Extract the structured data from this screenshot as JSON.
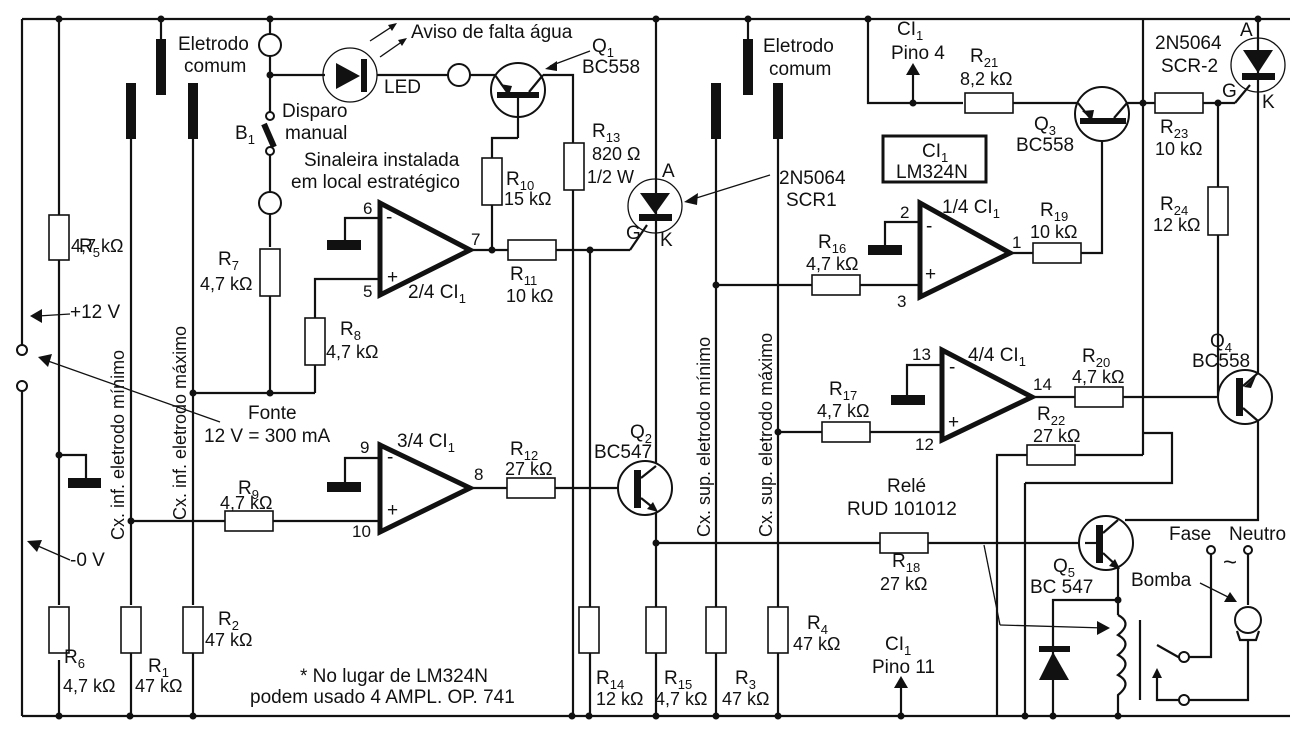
{
  "diagram": {
    "title": "Controle de nível de água com LM324N",
    "type": "electronic-schematic",
    "ink_color": "#111111",
    "paper_color": "#ffffff"
  },
  "power": {
    "plus_label": "+12 V",
    "zero_label": "-0 V",
    "source_title": "Fonte",
    "source_spec": "12 V = 300 mA"
  },
  "electrodes": {
    "common_left_line1": "Eletrodo",
    "common_left_line2": "comum",
    "common_right_line1": "Eletrodo",
    "common_right_line2": "comum",
    "inf_min": "Cx. inf. eletrodo mínimo",
    "inf_max": "Cx. inf. eletrodo máximo",
    "sup_min": "Cx. sup. eletrodo mínimo",
    "sup_max": "Cx. sup. eletrodo máximo"
  },
  "indicators": {
    "led_label": "LED",
    "warning": "Aviso de falta água",
    "switch_name": "B",
    "switch_sub": "1",
    "switch_line1": "Disparo",
    "switch_line2": "manual",
    "lamp_line1": "Sinaleira instalada",
    "lamp_line2": "em local  estratégico"
  },
  "ic": {
    "box_name": "CI",
    "box_sub": "1",
    "box_part": "LM324N",
    "pin4_name": "CI",
    "pin4_sub": "1",
    "pin4_label": "Pino 4",
    "pin11_name": "CI",
    "pin11_sub": "1",
    "pin11_label": "Pino 11",
    "note_line1": "* No  lugar de LM324N",
    "note_line2": "podem usado 4 AMPL. OP. 741",
    "opamps": [
      {
        "name": "2/4 CI",
        "sub": "1",
        "minus_pin": "6",
        "plus_pin": "5",
        "out_pin": "7"
      },
      {
        "name": "3/4 CI",
        "sub": "1",
        "minus_pin": "9",
        "plus_pin": "10",
        "out_pin": "8"
      },
      {
        "name": "1/4 CI",
        "sub": "1",
        "minus_pin": "2",
        "plus_pin": "3",
        "out_pin": "1"
      },
      {
        "name": "4/4 CI",
        "sub": "1",
        "minus_pin": "13",
        "plus_pin": "12",
        "out_pin": "14"
      }
    ],
    "minus_sign": "-",
    "plus_sign": "+"
  },
  "resistors": {
    "R1": {
      "name": "R",
      "sub": "1",
      "value": "47 kΩ"
    },
    "R2": {
      "name": "R",
      "sub": "2",
      "value": "47 kΩ"
    },
    "R3": {
      "name": "R",
      "sub": "3",
      "value": "47 kΩ"
    },
    "R4": {
      "name": "R",
      "sub": "4",
      "value": "47 kΩ"
    },
    "R5": {
      "name": "R",
      "sub": "5",
      "value": "4,7 kΩ"
    },
    "R6": {
      "name": "R",
      "sub": "6",
      "value": "4,7 kΩ"
    },
    "R7": {
      "name": "R",
      "sub": "7",
      "value": "4,7 kΩ"
    },
    "R8": {
      "name": "R",
      "sub": "8",
      "value": "4,7 kΩ"
    },
    "R9": {
      "name": "R",
      "sub": "9",
      "value": "4,7 kΩ"
    },
    "R10": {
      "name": "R",
      "sub": "10",
      "value": "15 kΩ"
    },
    "R11": {
      "name": "R",
      "sub": "11",
      "value": "10 kΩ"
    },
    "R12": {
      "name": "R",
      "sub": "12",
      "value": "27 kΩ"
    },
    "R13": {
      "name": "R",
      "sub": "13",
      "value": "820 Ω",
      "power": "1/2 W"
    },
    "R14": {
      "name": "R",
      "sub": "14",
      "value": "12 kΩ"
    },
    "R15": {
      "name": "R",
      "sub": "15",
      "value": "4,7 kΩ"
    },
    "R16": {
      "name": "R",
      "sub": "16",
      "value": "4,7 kΩ"
    },
    "R17": {
      "name": "R",
      "sub": "17",
      "value": "4,7 kΩ"
    },
    "R18": {
      "name": "R",
      "sub": "18",
      "value": "27 kΩ"
    },
    "R19": {
      "name": "R",
      "sub": "19",
      "value": "10 kΩ"
    },
    "R20": {
      "name": "R",
      "sub": "20",
      "value": "4,7 kΩ"
    },
    "R21": {
      "name": "R",
      "sub": "21",
      "value": "8,2 kΩ"
    },
    "R22": {
      "name": "R",
      "sub": "22",
      "value": "27 kΩ"
    },
    "R23": {
      "name": "R",
      "sub": "23",
      "value": "10 kΩ"
    },
    "R24": {
      "name": "R",
      "sub": "24",
      "value": "12 kΩ"
    }
  },
  "transistors": {
    "Q1": {
      "name": "Q",
      "sub": "1",
      "part": "BC558"
    },
    "Q2": {
      "name": "Q",
      "sub": "2",
      "part": "BC547"
    },
    "Q3": {
      "name": "Q",
      "sub": "3",
      "part": "BC558"
    },
    "Q4": {
      "name": "Q",
      "sub": "4",
      "part": "BC558"
    },
    "Q5": {
      "name": "Q",
      "sub": "5",
      "part": "BC 547"
    }
  },
  "scr": {
    "scr1_part": "2N5064",
    "scr1_name": "SCR1",
    "scr2_part": "2N5064",
    "scr2_name": "SCR-2",
    "anode": "A",
    "gate": "G",
    "cathode": "K"
  },
  "relay": {
    "title": "Relé",
    "part": "RUD 101012",
    "phase": "Fase",
    "neutral": "Neutro",
    "ac_symbol": "~",
    "pump": "Bomba"
  }
}
